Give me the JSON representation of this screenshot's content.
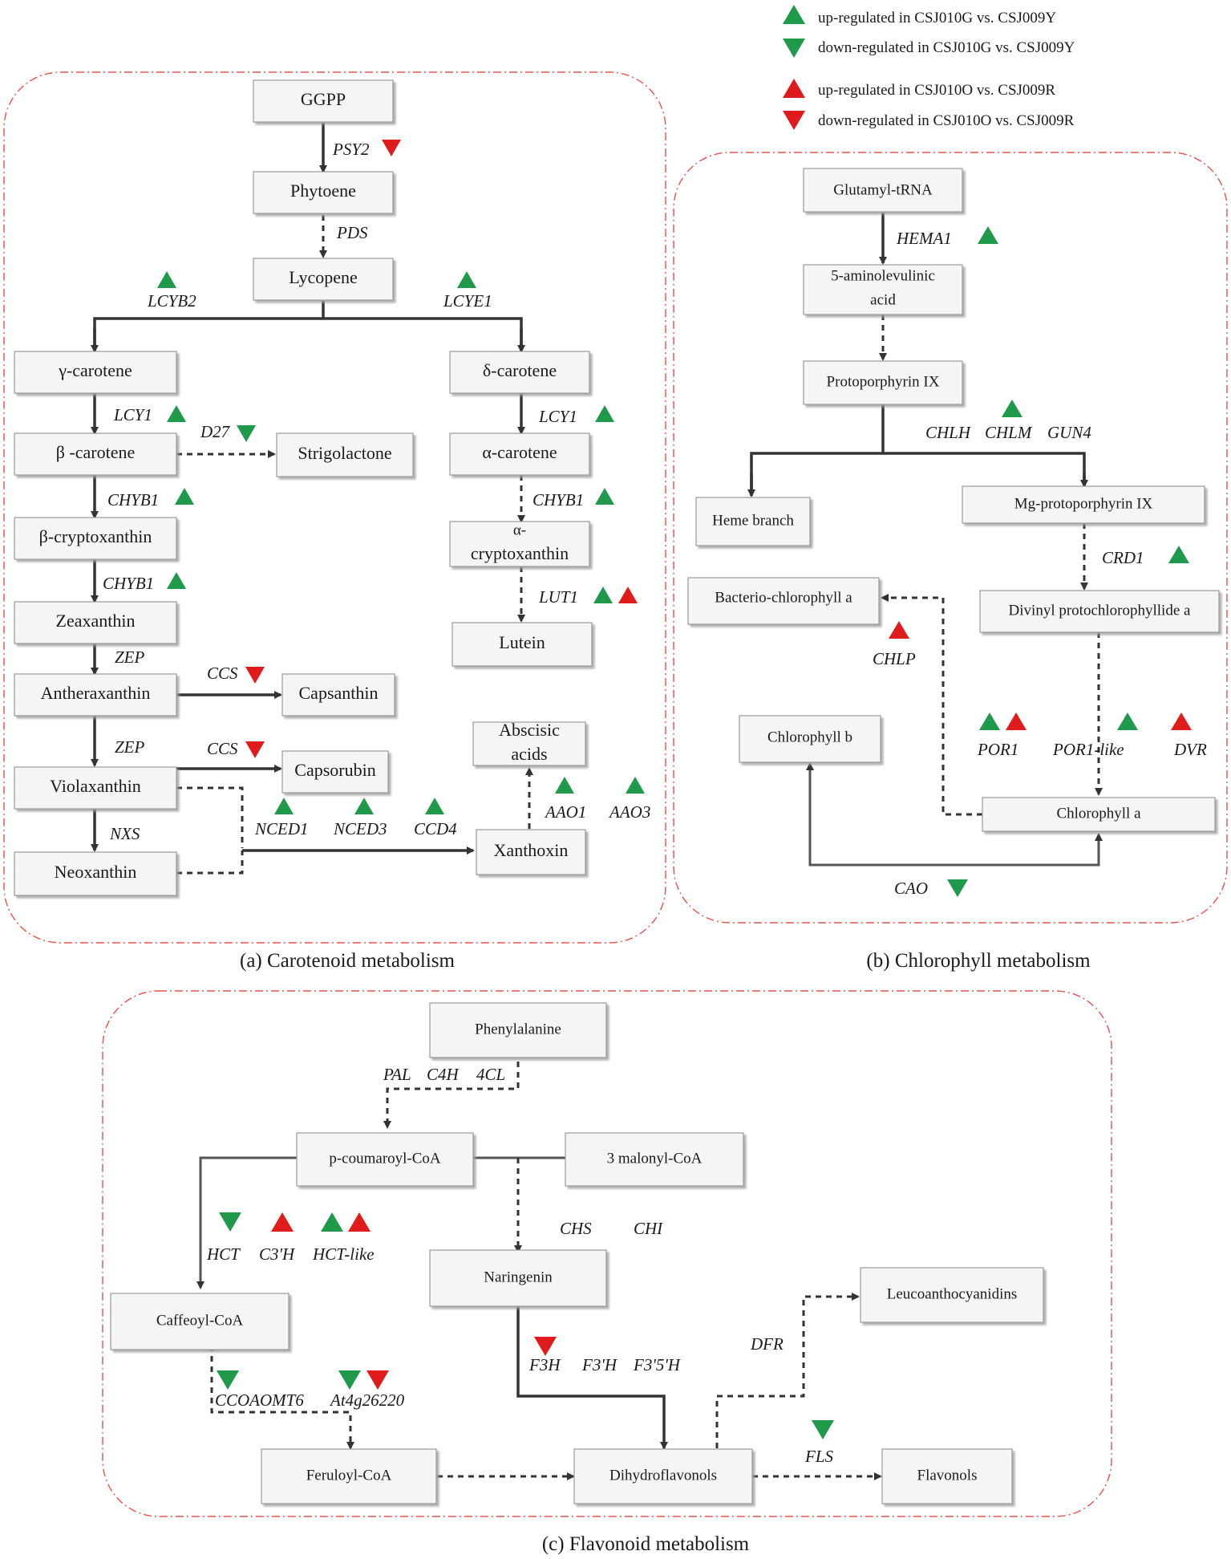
{
  "legend": [
    {
      "shape": "up",
      "color": "#1f9a4a",
      "label": "up-regulated in CSJ010G vs. CSJ009Y"
    },
    {
      "shape": "down",
      "color": "#1f9a4a",
      "label": "down-regulated in CSJ010G vs. CSJ009Y"
    },
    {
      "shape": "up",
      "color": "#e01b1b",
      "label": "up-regulated in CSJ010O vs. CSJ009R"
    },
    {
      "shape": "down",
      "color": "#e01b1b",
      "label": "down-regulated in CSJ010O vs. CSJ009R"
    }
  ],
  "colors": {
    "green": "#1f9a4a",
    "red": "#e01b1b",
    "panel_border": "#e8504a"
  },
  "captions": {
    "a": "(a) Carotenoid metabolism",
    "b": "(b) Chlorophyll metabolism",
    "c": "(c) Flavonoid metabolism"
  },
  "carotenoid": {
    "nodes": {
      "ggpp": "GGPP",
      "phytoene": "Phytoene",
      "lycopene": "Lycopene",
      "gamma_carotene": "γ-carotene",
      "delta_carotene": "δ-carotene",
      "beta_carotene": "β -carotene",
      "strigolactone": "Strigolactone",
      "alpha_carotene": "α-carotene",
      "beta_cryptoxanthin": "β-cryptoxanthin",
      "alpha_cryptoxanthin_1": "α-",
      "alpha_cryptoxanthin_2": "cryptoxanthin",
      "zeaxanthin": "Zeaxanthin",
      "lutein": "Lutein",
      "antheraxanthin": "Antheraxanthin",
      "capsanthin": "Capsanthin",
      "abscisic_1": "Abscisic",
      "abscisic_2": "acids",
      "violaxanthin": "Violaxanthin",
      "capsorubin": "Capsorubin",
      "neoxanthin": "Neoxanthin",
      "xanthoxin": "Xanthoxin"
    },
    "genes": {
      "psy2": "PSY2",
      "pds": "PDS",
      "lcyb2": "LCYB2",
      "lcye1": "LCYE1",
      "lcy1_a": "LCY1",
      "d27": "D27",
      "lcy1_b": "LCY1",
      "chyb1_a": "CHYB1",
      "chyb1_b": "CHYB1",
      "chyb1_c": "CHYB1",
      "lut1": "LUT1",
      "zep_a": "ZEP",
      "ccs_a": "CCS",
      "zep_b": "ZEP",
      "ccs_b": "CCS",
      "nxs": "NXS",
      "nced1": "NCED1",
      "nced3": "NCED3",
      "ccd4": "CCD4",
      "aao1": "AAO1",
      "aao3": "AAO3"
    }
  },
  "chlorophyll": {
    "nodes": {
      "glutamyl": "Glutamyl-tRNA",
      "ala_1": "5-aminolevulinic",
      "ala_2": "acid",
      "protoporphyrin": "Protoporphyrin IX",
      "heme": "Heme branch",
      "mg_proto": "Mg-protoporphyrin IX",
      "bacterio": "Bacterio-chlorophyll a",
      "divinyl": "Divinyl protochlorophyllide a",
      "chl_b": "Chlorophyll b",
      "chl_a": "Chlorophyll a"
    },
    "genes": {
      "hema1": "HEMA1",
      "chlh": "CHLH",
      "chlm": "CHLM",
      "gun4": "GUN4",
      "crd1": "CRD1",
      "chlp": "CHLP",
      "por1": "POR1",
      "por1like": "POR1-like",
      "dvr": "DVR",
      "cao": "CAO"
    }
  },
  "flavonoid": {
    "nodes": {
      "phenylalanine": "Phenylalanine",
      "coumaroyl": "p-coumaroyl-CoA",
      "malonyl": "3 malonyl-CoA",
      "naringenin": "Naringenin",
      "caffeoyl": "Caffeoyl-CoA",
      "leuco": "Leucoanthocyanidins",
      "feruloyl": "Feruloyl-CoA",
      "dihydro": "Dihydroflavonols",
      "flavonols": "Flavonols"
    },
    "genes": {
      "pal": "PAL",
      "c4h": "C4H",
      "4cl": "4CL",
      "chs": "CHS",
      "chi": "CHI",
      "hct": "HCT",
      "c3h": "C3'H",
      "hctlike": "HCT-like",
      "f3h": "F3H",
      "f3ph": "F3'H",
      "f35h": "F3'5'H",
      "dfr": "DFR",
      "ccoaomt6": "CCOAOMT6",
      "at4g": "At4g26220",
      "fls": "FLS"
    }
  }
}
